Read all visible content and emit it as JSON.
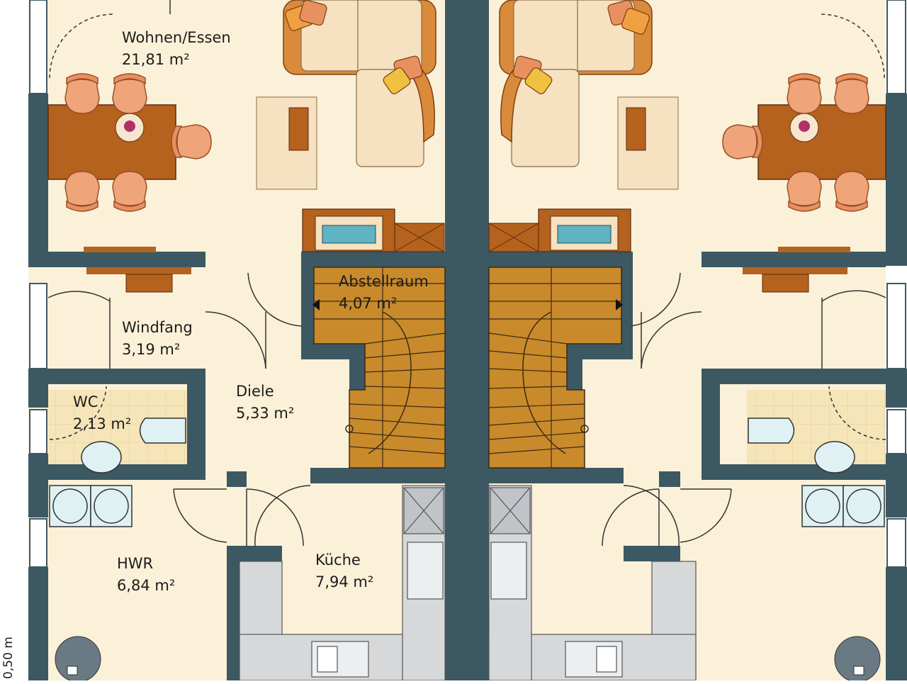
{
  "plan": {
    "rooms": [
      {
        "id": "wohnen",
        "name": "Wohnen/Essen",
        "area": "21,81 m²"
      },
      {
        "id": "abstell",
        "name": "Abstellraum",
        "area": "4,07 m²"
      },
      {
        "id": "windfang",
        "name": "Windfang",
        "area": "3,19 m²"
      },
      {
        "id": "wc",
        "name": "WC",
        "area": "2,13 m²"
      },
      {
        "id": "diele",
        "name": "Diele",
        "area": "5,33 m²"
      },
      {
        "id": "hwr",
        "name": "HWR",
        "area": "6,84 m²"
      },
      {
        "id": "kueche",
        "name": "Küche",
        "area": "7,94 m²"
      }
    ],
    "side_dimension": "0,50 m"
  },
  "colors": {
    "wall": "#3c5863",
    "floor": "#fbf1d8",
    "tile": "#f6e5b9",
    "stair": "#c98a2b",
    "table": "#b5621f",
    "chair": "#f0a47a",
    "sofa": "#d98a3a",
    "cushion": "#f6e1c0",
    "counter": "#d6d8da"
  }
}
